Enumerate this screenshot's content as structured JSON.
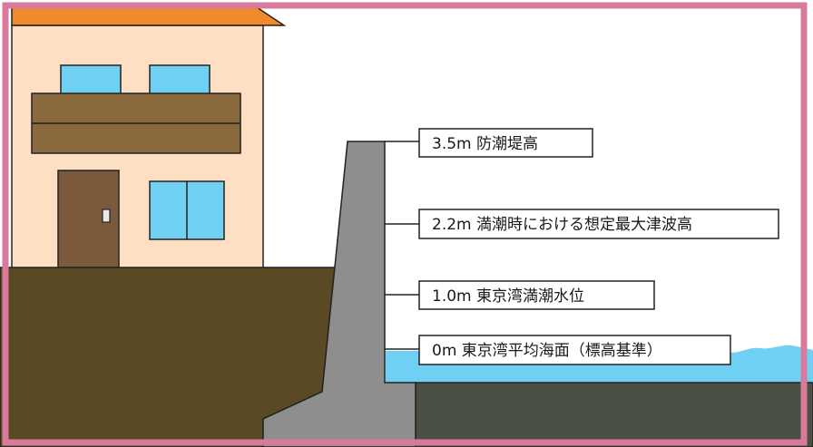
{
  "labels": {
    "seawall_height": "3.5m 防潮堤高",
    "max_tsunami_height": "2.2m 満潮時における想定最大津波高",
    "high_tide_level": "1.0m 東京湾満潮水位",
    "mean_sea_level": "0m 東京湾平均海面（標高基準）"
  },
  "colors": {
    "frame_border": "#d87a9c",
    "roof": "#f08a2a",
    "house_wall": "#fde0c4",
    "house_outline": "#222222",
    "balcony": "#8a6a3c",
    "window_glass": "#6fd0f4",
    "door": "#7a5a3a",
    "ground": "#5a4a23",
    "seawall": "#8e8e8e",
    "seawall_light": "#b4b4b4",
    "water": "#6fd0f4",
    "seabed": "#4b5044",
    "label_box_fill": "#ffffff",
    "label_box_stroke": "#222222"
  }
}
